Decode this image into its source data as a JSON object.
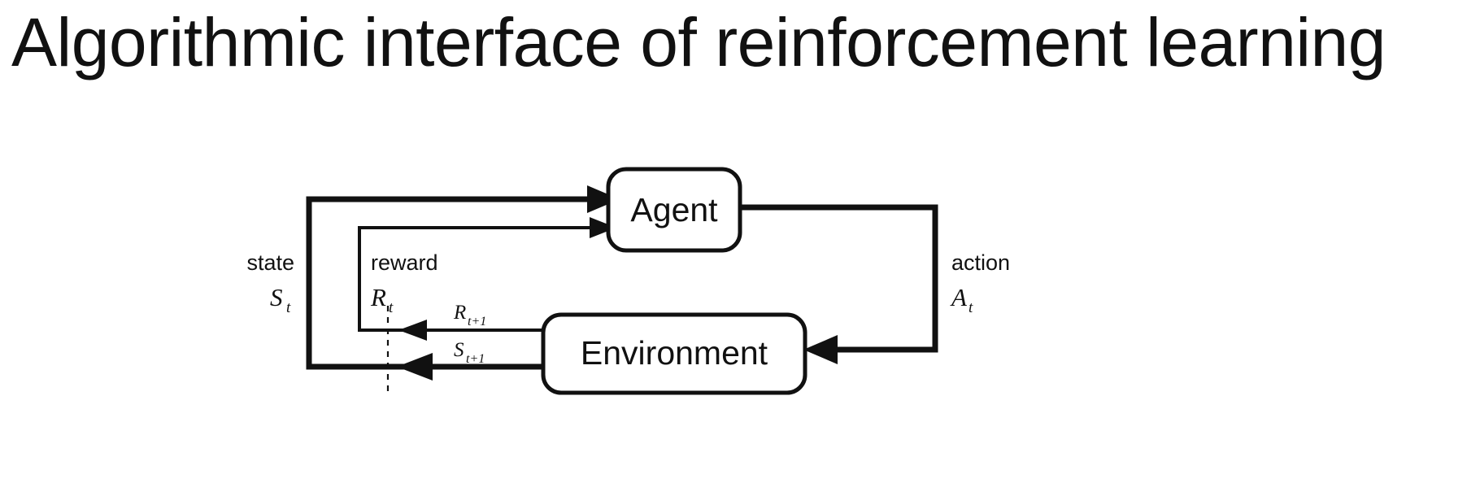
{
  "slide": {
    "title": "Algorithmic interface of reinforcement learning",
    "background_color": "#ffffff",
    "ink_color": "#111111"
  },
  "diagram": {
    "name": "agent-environment-interaction-loop",
    "nodes": [
      {
        "id": "agent",
        "label": "Agent"
      },
      {
        "id": "environment",
        "label": "Environment"
      }
    ],
    "edge_labels": {
      "state_word": "state",
      "state_symbol": "S",
      "state_subscript": "t",
      "reward_word": "reward",
      "reward_symbol": "R",
      "reward_subscript": "t",
      "action_word": "action",
      "action_symbol": "A",
      "action_subscript": "t",
      "next_reward_symbol": "R",
      "next_reward_subscript": "t+1",
      "next_state_symbol": "S",
      "next_state_subscript": "t+1"
    }
  }
}
